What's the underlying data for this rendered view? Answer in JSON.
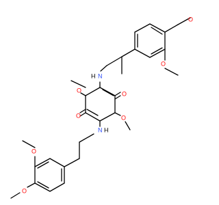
{
  "diagram": {
    "atom_labels": {
      "o_top_right_methoxy_a": "O",
      "o_top_right_methoxy_b": "O",
      "o_upper_left_methoxy": "O",
      "o_upper_right_carbonyl": "O",
      "o_lower_left_carbonyl": "O",
      "o_lower_right_methoxy": "O",
      "o_bottom_left_methoxy_a": "O",
      "o_bottom_left_methoxy_b": "O",
      "nh_top_n": "N",
      "nh_top_h": "H",
      "nh_bottom_n": "N",
      "nh_bottom_h": "H"
    },
    "colors": {
      "bond": "#000000",
      "oxygen": "#ff0d0d",
      "nitrogen": "#3050f8",
      "background": "#ffffff"
    }
  }
}
